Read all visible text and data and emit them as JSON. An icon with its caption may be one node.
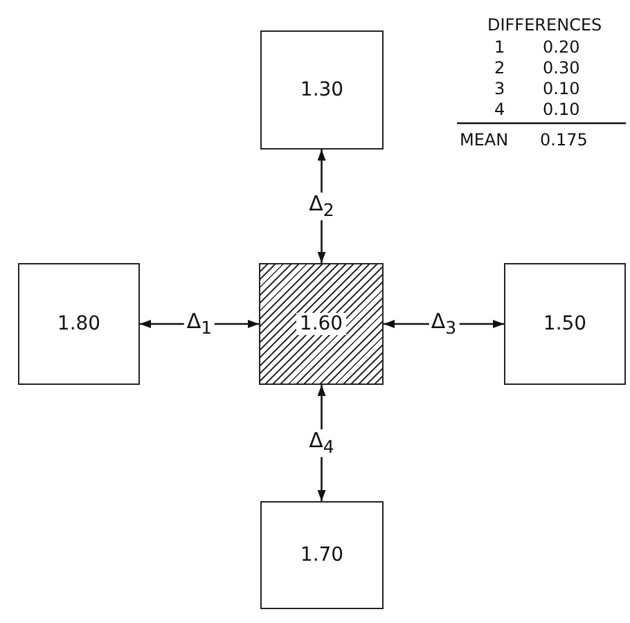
{
  "diagram": {
    "nodes": [
      {
        "text": [
          "1.30"
        ]
      },
      {
        "text": [
          "1.80"
        ]
      },
      {
        "text": [
          "1.60"
        ]
      },
      {
        "text": [
          "1.50"
        ]
      },
      {
        "text": [
          "1.70"
        ]
      }
    ],
    "edges": [
      {
        "from": 1,
        "to": 2,
        "arrow": "both",
        "label": "Δ$_{1}$"
      },
      {
        "from": 0,
        "to": 2,
        "arrow": "both",
        "label": "Δ$_{2}$"
      },
      {
        "from": 3,
        "to": 2,
        "arrow": "both",
        "label": "Δ$_{3}$"
      },
      {
        "from": 4,
        "to": 2,
        "arrow": "both",
        "label": "Δ$_{4}$"
      }
    ],
    "labels": [
      "DIFFERENCES",
      "1",
      "0.20",
      "2",
      "0.30",
      "3",
      "0.10",
      "4",
      "0.10",
      "MEAN",
      "0.175"
    ]
  }
}
